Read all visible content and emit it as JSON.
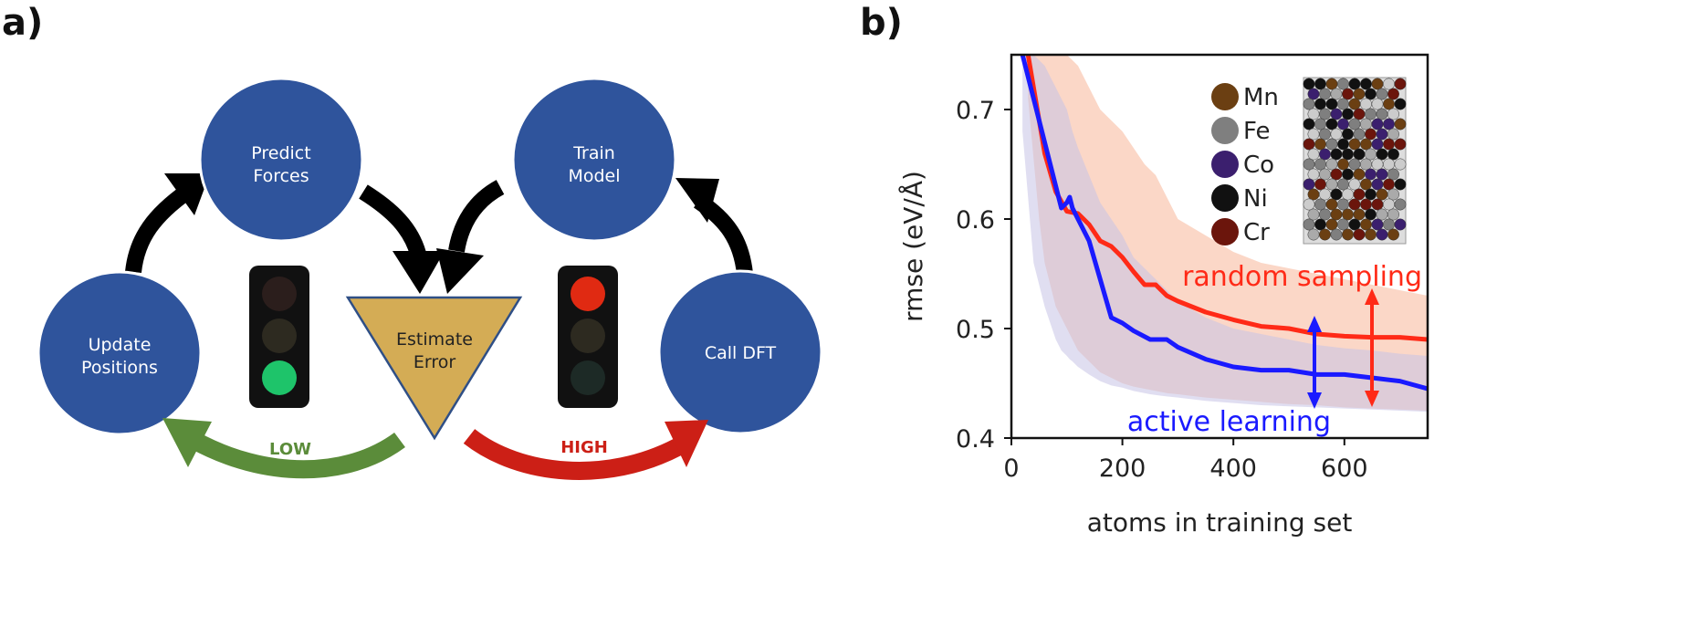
{
  "panel_a": {
    "label": "a)",
    "nodes": {
      "predict": [
        "Predict",
        "Forces"
      ],
      "train": [
        "Train",
        "Model"
      ],
      "update": [
        "Update",
        "Positions"
      ],
      "call": "Call DFT",
      "estimate": [
        "Estimate",
        "Error"
      ]
    },
    "low_label": "LOW",
    "high_label": "HIGH",
    "colors": {
      "node": "#2f549c",
      "triangle": "#d4ac55",
      "low": "#5b8c3a",
      "high": "#cc1f16",
      "arrow": "#000000"
    }
  },
  "panel_b": {
    "label": "b)",
    "legend": [
      {
        "element": "Mn",
        "color": "#6b3f12"
      },
      {
        "element": "Fe",
        "color": "#7f7f7f"
      },
      {
        "element": "Co",
        "color": "#3b1f6e"
      },
      {
        "element": "Ni",
        "color": "#111111"
      },
      {
        "element": "Cr",
        "color": "#6b150c"
      }
    ],
    "annotation_random": "random sampling",
    "annotation_active": "active learning"
  },
  "chart_data": {
    "type": "line",
    "title": "",
    "xlabel": "atoms in training set",
    "ylabel": "rmse (eV/Å)",
    "xlim": [
      0,
      750
    ],
    "ylim": [
      0.4,
      0.75
    ],
    "xticks": [
      0,
      200,
      400,
      600
    ],
    "yticks": [
      0.4,
      0.5,
      0.6,
      0.7
    ],
    "series": [
      {
        "name": "random sampling",
        "color": "#ff2a17",
        "x": [
          30,
          50,
          60,
          80,
          100,
          120,
          140,
          160,
          180,
          200,
          220,
          240,
          260,
          280,
          300,
          350,
          400,
          450,
          500,
          550,
          600,
          650,
          700,
          750
        ],
        "y": [
          0.75,
          0.69,
          0.66,
          0.625,
          0.607,
          0.605,
          0.595,
          0.58,
          0.575,
          0.565,
          0.552,
          0.54,
          0.54,
          0.53,
          0.525,
          0.515,
          0.508,
          0.502,
          0.5,
          0.495,
          0.493,
          0.492,
          0.492,
          0.49
        ],
        "band_upper": [
          0.75,
          0.75,
          0.75,
          0.75,
          0.75,
          0.74,
          0.72,
          0.7,
          0.69,
          0.68,
          0.665,
          0.65,
          0.64,
          0.62,
          0.6,
          0.585,
          0.57,
          0.56,
          0.555,
          0.55,
          0.545,
          0.54,
          0.535,
          0.53
        ],
        "band_lower": [
          0.71,
          0.6,
          0.56,
          0.52,
          0.5,
          0.48,
          0.47,
          0.46,
          0.455,
          0.45,
          0.447,
          0.445,
          0.443,
          0.441,
          0.44,
          0.437,
          0.435,
          0.433,
          0.431,
          0.43,
          0.428,
          0.427,
          0.426,
          0.425
        ]
      },
      {
        "name": "active learning",
        "color": "#1a1aff",
        "x": [
          20,
          40,
          60,
          80,
          90,
          100,
          105,
          110,
          120,
          140,
          160,
          180,
          200,
          220,
          250,
          280,
          300,
          350,
          400,
          450,
          500,
          550,
          600,
          650,
          700,
          750
        ],
        "y": [
          0.75,
          0.71,
          0.67,
          0.63,
          0.61,
          0.615,
          0.62,
          0.61,
          0.6,
          0.58,
          0.545,
          0.51,
          0.505,
          0.498,
          0.49,
          0.49,
          0.483,
          0.472,
          0.465,
          0.462,
          0.462,
          0.458,
          0.458,
          0.455,
          0.452,
          0.445
        ],
        "band_upper": [
          0.75,
          0.75,
          0.74,
          0.72,
          0.71,
          0.7,
          0.69,
          0.68,
          0.665,
          0.64,
          0.615,
          0.6,
          0.585,
          0.565,
          0.55,
          0.535,
          0.525,
          0.51,
          0.5,
          0.495,
          0.49,
          0.485,
          0.482,
          0.48,
          0.477,
          0.475
        ],
        "band_lower": [
          0.68,
          0.56,
          0.52,
          0.49,
          0.48,
          0.475,
          0.472,
          0.47,
          0.465,
          0.458,
          0.452,
          0.448,
          0.446,
          0.443,
          0.44,
          0.438,
          0.437,
          0.434,
          0.432,
          0.43,
          0.429,
          0.428,
          0.427,
          0.426,
          0.425,
          0.424
        ]
      }
    ],
    "legend_placement": "top-right",
    "grid": false
  }
}
